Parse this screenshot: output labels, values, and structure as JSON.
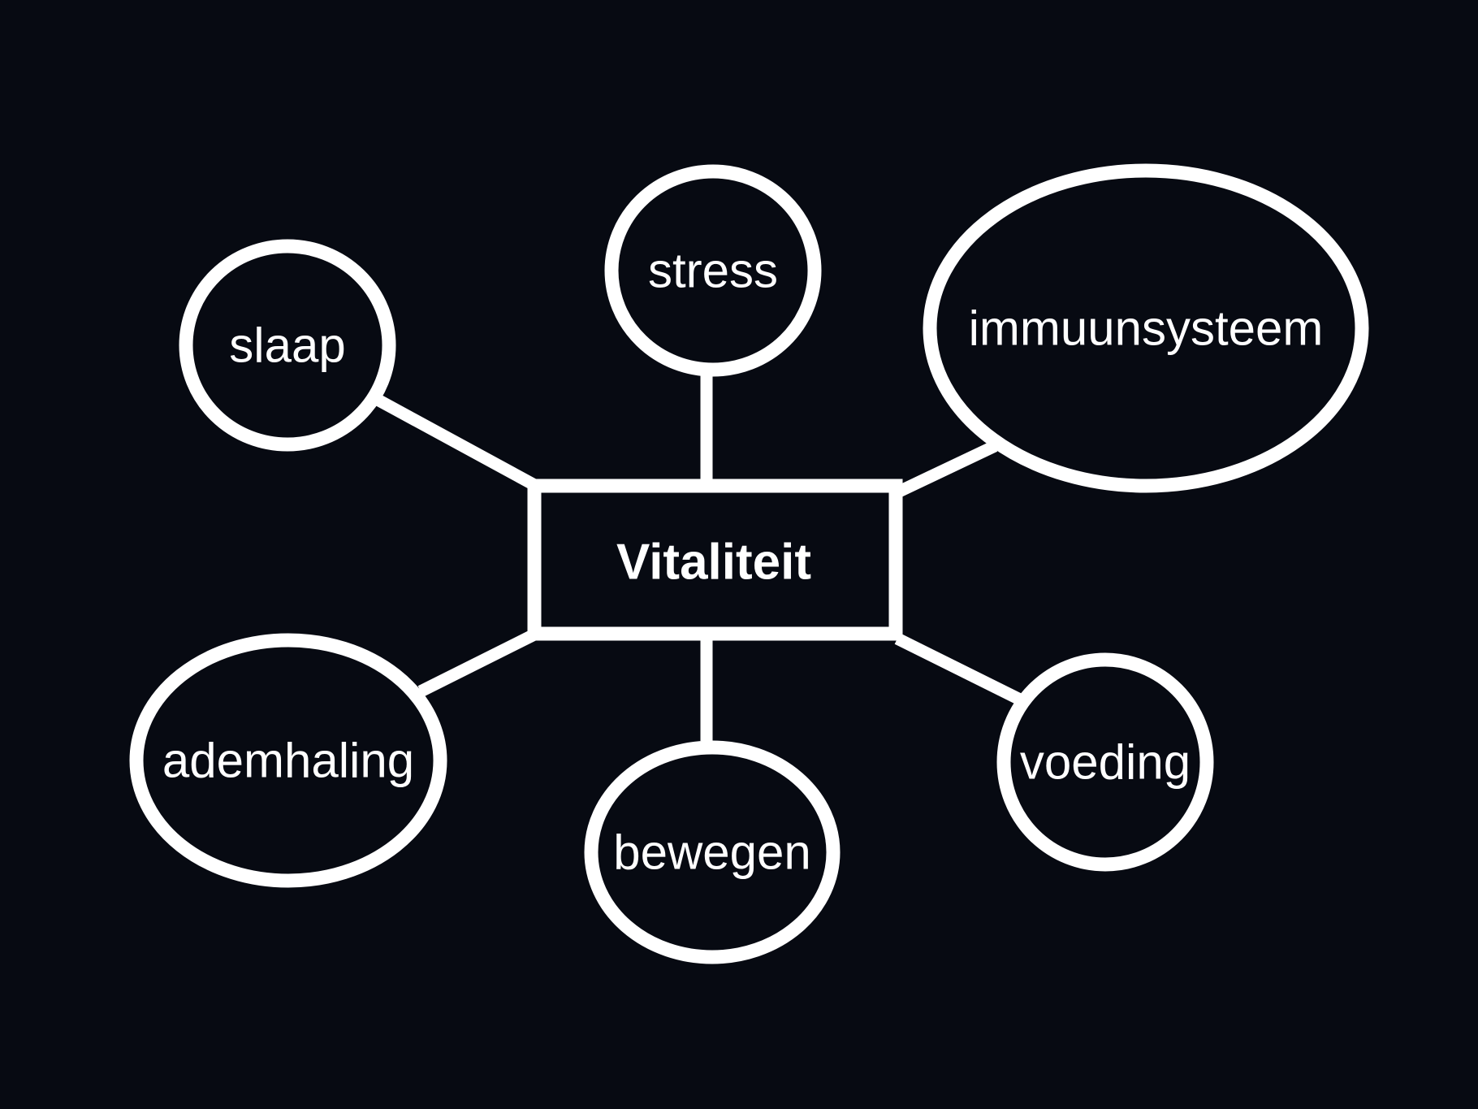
{
  "colors": {
    "background": "#070a12",
    "stroke": "#ffffff",
    "text": "#ffffff"
  },
  "center": {
    "label": "Vitaliteit"
  },
  "nodes": [
    {
      "id": "slaap",
      "label": "slaap"
    },
    {
      "id": "stress",
      "label": "stress"
    },
    {
      "id": "immuunsysteem",
      "label": "immuunsysteem"
    },
    {
      "id": "ademhaling",
      "label": "ademhaling"
    },
    {
      "id": "bewegen",
      "label": "bewegen"
    },
    {
      "id": "voeding",
      "label": "voeding"
    }
  ]
}
